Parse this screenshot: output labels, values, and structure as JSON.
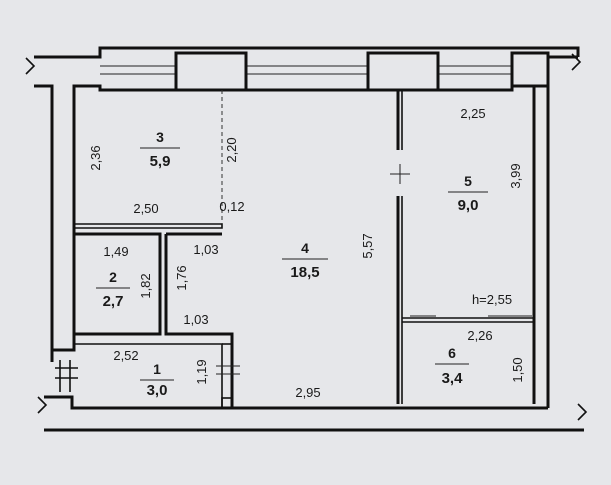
{
  "rooms": [
    {
      "id": "room-3",
      "number": "3",
      "area": "5,9"
    },
    {
      "id": "room-4",
      "number": "4",
      "area": "18,5"
    },
    {
      "id": "room-5",
      "number": "5",
      "area": "9,0"
    },
    {
      "id": "room-2",
      "number": "2",
      "area": "2,7"
    },
    {
      "id": "room-1",
      "number": "1",
      "area": "3,0"
    },
    {
      "id": "room-6",
      "number": "6",
      "area": "3,4"
    }
  ],
  "dimensions": {
    "d236": "2,36",
    "d220": "2,20",
    "d250": "2,50",
    "d012": "0,12",
    "d149": "1,49",
    "d182": "1,82",
    "d103a": "1,03",
    "d176": "1,76",
    "d103b": "1,03",
    "d252": "2,52",
    "d119": "1,19",
    "d295": "2,95",
    "d557": "5,57",
    "d225": "2,25",
    "d399": "3,99",
    "d226": "2,26",
    "d150": "1,50"
  },
  "ceiling_height": "h=2,55"
}
